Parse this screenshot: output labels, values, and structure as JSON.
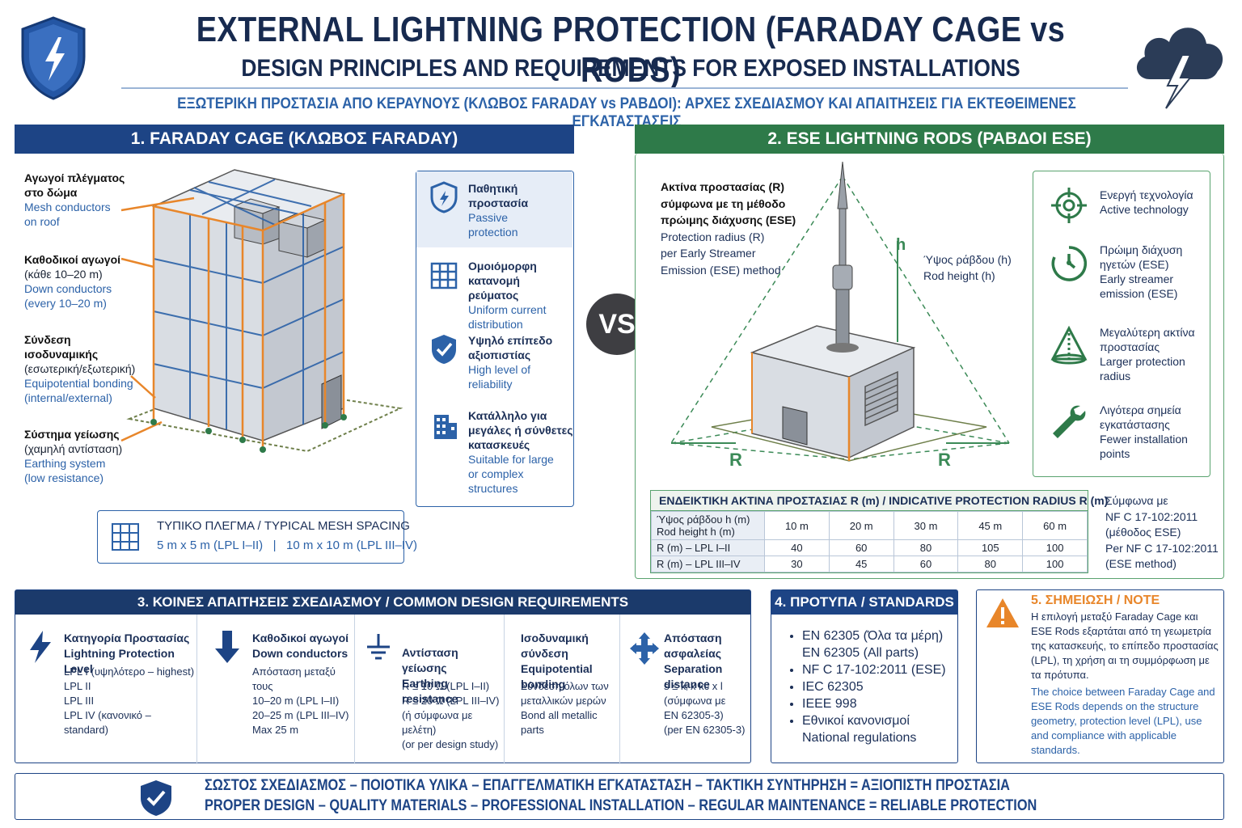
{
  "header": {
    "title": "EXTERNAL LIGHTNING PROTECTION (FARADAY CAGE vs RODS)",
    "subtitle": "DESIGN PRINCIPLES AND REQUIREMENTS FOR EXPOSED INSTALLATIONS",
    "greek_title": "ΕΞΩΤΕΡΙΚΗ ΠΡΟΣΤΑΣΙΑ ΑΠΟ ΚΕΡΑΥΝΟΥΣ (ΚΛΩΒΟΣ FARADAY vs ΡΑΒΔΟΙ): ΑΡΧΕΣ ΣΧΕΔΙΑΣΜΟΥ ΚΑΙ ΑΠΑΙΤΗΣΕΙΣ ΓΙΑ ΕΚΤΕΘΕΙΜΕΝΕΣ ΕΓΚΑΤΑΣΤΑΣΕΙΣ"
  },
  "section1": {
    "title": "1. FARADAY CAGE (ΚΛΩΒΟΣ FARADAY)",
    "labels": [
      {
        "gr": "Αγωγοί πλέγματος\nστο δώμα",
        "en": "Mesh conductors\non roof"
      },
      {
        "gr": "Καθοδικοί αγωγοί",
        "gr2": "(κάθε 10–20 m)",
        "en": "Down conductors\n(every 10–20 m)"
      },
      {
        "gr": "Σύνδεση\nισοδυναμικής",
        "gr2": "(εσωτερική/εξωτερική)",
        "en": "Equipotential bonding\n(internal/external)"
      },
      {
        "gr": "Σύστημα γείωσης",
        "gr2": "(χαμηλή αντίσταση)",
        "en": "Earthing system\n(low resistance)"
      }
    ],
    "features": [
      {
        "gr": "Παθητική\nπροστασία",
        "en": "Passive\nprotection",
        "icon": "shield-icon"
      },
      {
        "gr": "Ομοιόμορφη\nκατανομή ρεύματος",
        "en": "Uniform current\ndistribution",
        "icon": "grid-icon"
      },
      {
        "gr": "Υψηλό επίπεδο\nαξιοπιστίας",
        "en": "High level of\nreliability",
        "icon": "shield-check-icon"
      },
      {
        "gr": "Κατάλληλο για\nμεγάλες ή σύνθετες\nκατασκευές",
        "en": "Suitable for large\nor complex\nstructures",
        "icon": "building-icon"
      }
    ],
    "mesh_title": "ΤΥΠΙΚΟ ΠΛΕΓΜΑ / TYPICAL MESH SPACING",
    "mesh_value": "5 m x 5 m (LPL I–II)   |   10 m x 10 m (LPL III–IV)"
  },
  "vs_label": "VS",
  "section2": {
    "title": "2. ESE LIGHTNING RODS (ΡΑΒΔΟΙ ESE)",
    "radius_label_gr": "Ακτίνα προστασίας (R)\nσύμφωνα με τη μέθοδο\nπρώιμης διάχυσης (ESE)",
    "radius_label_en": "Protection radius (R)\nper Early Streamer\nEmission (ESE) method",
    "rod_height_label": "Ύψος ράβδου (h)\nRod height (h)",
    "h_marker": "h",
    "r_marker": "R",
    "features": [
      {
        "gr": "Ενεργή τεχνολογία",
        "en": "Active technology",
        "icon": "target-icon"
      },
      {
        "gr": "Πρώιμη διάχυση\nηγετών (ESE)",
        "en": "Early streamer\nemission (ESE)",
        "icon": "timer-icon"
      },
      {
        "gr": "Μεγαλύτερη ακτίνα\nπροστασίας",
        "en": "Larger protection\nradius",
        "icon": "cone-icon"
      },
      {
        "gr": "Λιγότερα σημεία\nεγκατάστασης",
        "en": "Fewer installation\npoints",
        "icon": "wrench-icon"
      }
    ],
    "table_title": "ΕΝΔΕΙΚΤΙΚΗ ΑΚΤΙΝΑ ΠΡΟΣΤΑΣΙΑΣ R (m) / INDICATIVE PROTECTION RADIUS R (m)",
    "table_header": [
      "Ύψος ράβδου h (m)\nRod height h (m)",
      "10 m",
      "20 m",
      "30 m",
      "45 m",
      "60 m"
    ],
    "table_rows": [
      [
        "R (m) – LPL I–II",
        "40",
        "60",
        "80",
        "105",
        "100"
      ],
      [
        "R (m) – LPL III–IV",
        "30",
        "45",
        "60",
        "80",
        "100"
      ]
    ],
    "table_note": "Σύμφωνα με\nNF C 17-102:2011\n(μέθοδος ESE)\nPer NF C 17-102:2011\n(ESE method)"
  },
  "section3": {
    "title": "3. ΚΟΙΝΕΣ ΑΠΑΙΤΗΣΕΙΣ ΣΧΕΔΙΑΣΜΟΥ / COMMON DESIGN REQUIREMENTS",
    "columns": [
      {
        "title": "Κατηγορία Προστασίας\nLightning Protection Level",
        "body": "LPL I (υψηλότερο – highest)\nLPL II\nLPL III\nLPL IV (κανονικό – standard)",
        "icon": "bolt-icon"
      },
      {
        "title": "Καθοδικοί αγωγοί\nDown conductors",
        "body": "Απόσταση μεταξύ τους\n10–20 m (LPL I–II)\n20–25 m (LPL III–IV)\nMax 25 m",
        "icon": "arrow-down-icon"
      },
      {
        "title": "Αντίσταση γείωσης\nEarthing resistance",
        "body": "R ≤ 10 Ω (LPL I–II)\nR ≤ 20 Ω (LPL III–IV)\n(ή σύμφωνα με μελέτη)\n(or per design study)",
        "icon": "ground-icon"
      },
      {
        "title": "Ισοδυναμική\nσύνδεση\nEquipotential bonding",
        "body": "Σύνδεση όλων των\nμεταλλικών μερών\nBond all metallic parts",
        "icon": "none"
      },
      {
        "title": "Απόσταση ασφαλείας\nSeparation distance",
        "body": "s ≤ kᵢ x kc x l\n(σύμφωνα με\nEN 62305-3)\n(per EN 62305-3)",
        "icon": "move-icon"
      }
    ]
  },
  "section4": {
    "title": "4. ΠΡΟΤΥΠΑ / STANDARDS",
    "items": [
      "EN 62305 (Όλα τα μέρη)\nEN 62305 (All parts)",
      "NF C 17-102:2011 (ESE)",
      "IEC 62305",
      "IEEE 998",
      "Εθνικοί κανονισμοί\nNational regulations"
    ]
  },
  "section5": {
    "title": "5. ΣΗΜΕΙΩΣΗ / NOTE",
    "gr": "Η επιλογή μεταξύ Faraday Cage και ESE Rods εξαρτάται από τη γεωμετρία της κατασκευής, το επίπεδο προστασίας (LPL), τη χρήση αι τη συμμόρφωση με τα πρότυπα.",
    "en": "The choice between Faraday Cage and ESE Rods depends on the structure geometry, protection level (LPL), use and compliance with applicable standards."
  },
  "footer": {
    "gr": "ΣΩΣΤΟΣ ΣΧΕΔΙΑΣΜΟΣ – ΠΟΙΟΤΙΚΑ ΥΛΙΚΑ – ΕΠΑΓΓΕΛΜΑΤΙΚΗ ΕΓΚΑΤΑΣΤΑΣΗ – ΤΑΚΤΙΚΗ ΣΥΝΤΗΡΗΣΗ = ΑΞΙΟΠΙΣΤΗ ΠΡΟΣΤΑΣΙΑ",
    "en": "PROPER DESIGN – QUALITY MATERIALS – PROFESSIONAL INSTALLATION – REGULAR MAINTENANCE = RELIABLE PROTECTION"
  },
  "colors": {
    "navy": "#1d4485",
    "green": "#2e7a49",
    "orange": "#e8862a",
    "accent": "#2c62a8"
  }
}
